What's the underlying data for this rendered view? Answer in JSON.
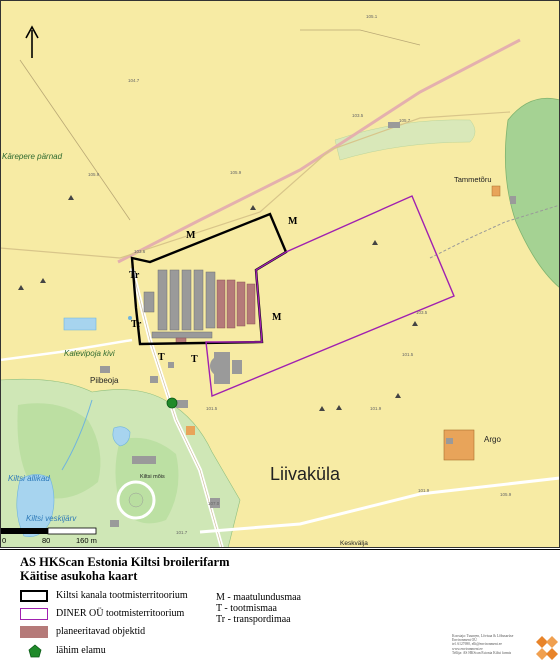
{
  "map": {
    "place_labels": {
      "liivakula": "Liivaküla",
      "karepere_parnad": "Kärepere pärnad",
      "tammetoru": "Tammetõru",
      "kalevipoja_kivi": "Kalevipoja kivi",
      "piibeoja": "Piibeoja",
      "argo": "Argo",
      "kiltsi_allikad": "Kiltsi allikad",
      "kiltsi_veskijarv": "Kiltsi veskijärv",
      "kiltsi_mois": "Kiltsi mõis",
      "keskvalja": "Keskvälja"
    },
    "zone_labels": {
      "m1": "M",
      "m2": "M",
      "m3": "M",
      "tr1": "Tr",
      "tr2": "Tr",
      "t1": "T",
      "t2": "T"
    },
    "elevations": [
      "104.7",
      "103.5",
      "105.7",
      "105.9",
      "105.9",
      "103.6",
      "103.5",
      "101.5",
      "101.9",
      "101.5",
      "101.9",
      "105.9",
      "107.0",
      "101.7",
      "105.1"
    ],
    "scale_bar": {
      "labels": [
        "0",
        "80",
        "160 m"
      ]
    },
    "north_arrow": "north-arrow-icon",
    "colors": {
      "field": "#f7eba4",
      "forest": "#a5d293",
      "water": "#a7d4ef",
      "building": "#9a9a9a",
      "planned": "#b57a79",
      "kanala_boundary": "#000000",
      "diner_boundary": "#a020b0",
      "house": "#1f8a2a",
      "road_pink": "#e4b0ae",
      "farm_orange": "#e8a45a"
    }
  },
  "legend": {
    "title_line1": "AS HKScan Estonia Kiltsi broilerifarm",
    "title_line2": "Käitise asukoha kaart",
    "items": [
      "Kiltsi kanala tootmisterritoorium",
      "DINER OÜ tootmisterritoorium",
      "planeeritavad objektid",
      "lähim elamu"
    ],
    "abbreviations": [
      "M - maatulundusmaa",
      "T - tootmismaa",
      "Tr - transpordimaa"
    ],
    "credit_lines": [
      "Koostaja: Tuuneen, Lõvisaa & Lõbusarüse",
      "Environment OÜ",
      "tel. 6127690, ellt@environment.ee",
      "www.environment.ee",
      "Tellija: AS HKScan Estonia Kiltsi farmis"
    ]
  }
}
